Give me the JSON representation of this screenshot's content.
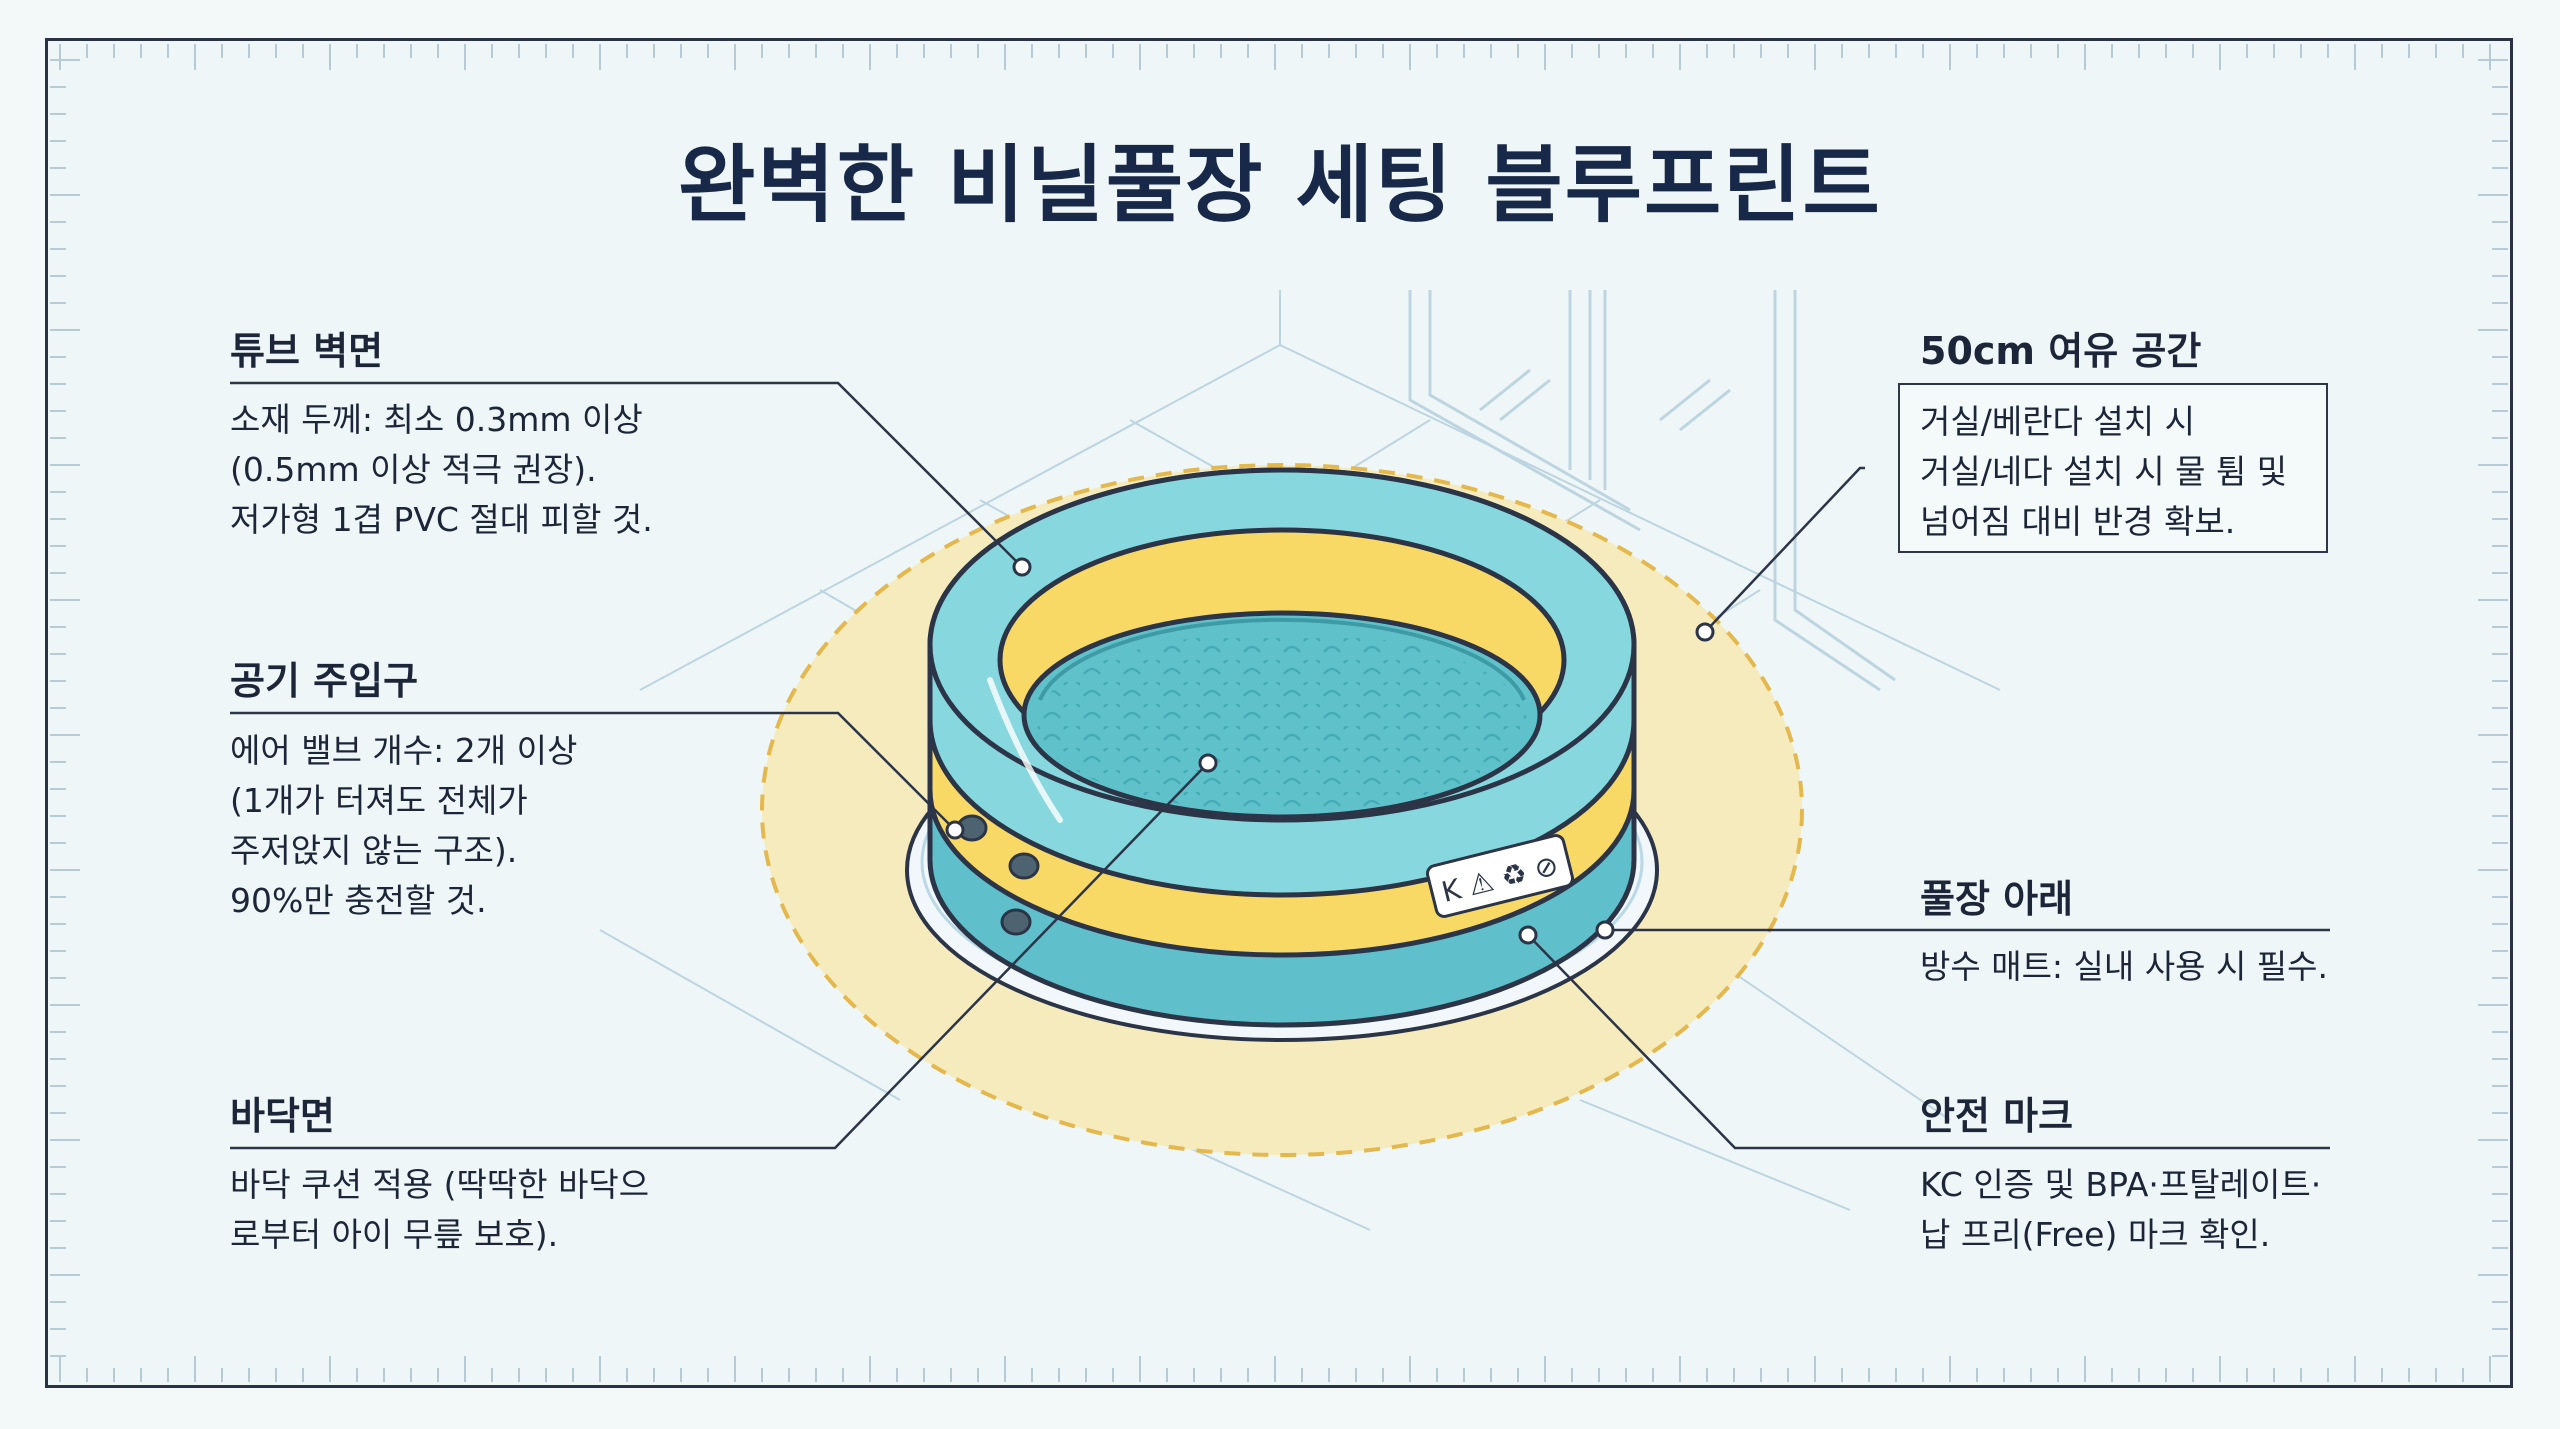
{
  "title": "완벽한 비닐풀장 세팅 블루프린트",
  "colors": {
    "tube_blue": "#7fd6dc",
    "tube_yellow": "#f9d966",
    "water": "#5fc2cb",
    "zone": "#f7e7a8",
    "zone_border": "#e6b94a",
    "line": "#2c3547",
    "grid": "#b9d3df"
  },
  "callouts": {
    "tube_wall": {
      "heading": "튜브 벽면",
      "lines": [
        "소재 두께: 최소 0.3mm 이상",
        "(0.5mm 이상 적극 권장).",
        "저가형 1겹 PVC 절대 피할 것."
      ]
    },
    "air_inlet": {
      "heading": "공기 주입구",
      "lines": [
        "에어 밸브 개수: 2개 이상",
        "(1개가 터져도 전체가",
        "주저앉지 않는 구조).",
        "90%만 충전할 것."
      ]
    },
    "floor": {
      "heading": "바닥면",
      "lines": [
        "바닥 쿠션 적용 (딱딱한 바닥으",
        "로부터 아이 무릎 보호)."
      ]
    },
    "clearance": {
      "heading": "50cm 여유 공간",
      "lines": [
        "거실/베란다 설치 시",
        "거실/네다 설치 시 물 튐 및",
        "넘어짐 대비 반경 확보."
      ]
    },
    "under_pool": {
      "heading": "풀장 아래",
      "lines": [
        "방수 매트: 실내 사용 시 필수."
      ]
    },
    "safety_mark": {
      "heading": "안전 마크",
      "lines": [
        "KC 인증 및 BPA·프탈레이트·",
        "납 프리(Free) 마크 확인."
      ]
    }
  }
}
